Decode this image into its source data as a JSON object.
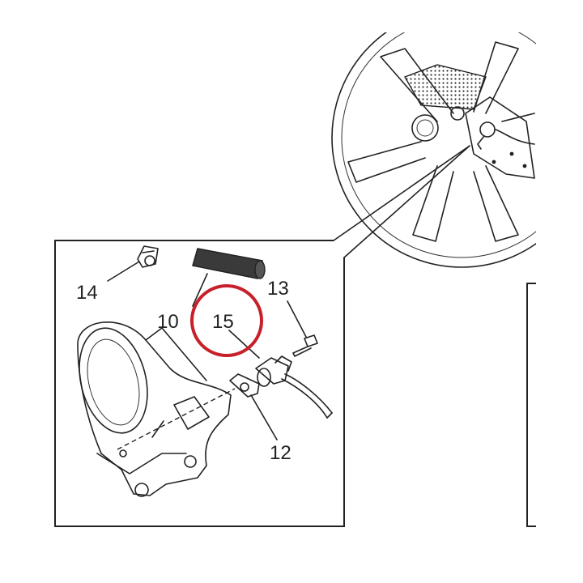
{
  "callouts": {
    "c10": "10",
    "c12": "12",
    "c13": "13",
    "c14": "14",
    "c15": "15"
  },
  "colors": {
    "highlight": "#c8202a",
    "line": "#222222",
    "hose": "#3a3a3a"
  }
}
